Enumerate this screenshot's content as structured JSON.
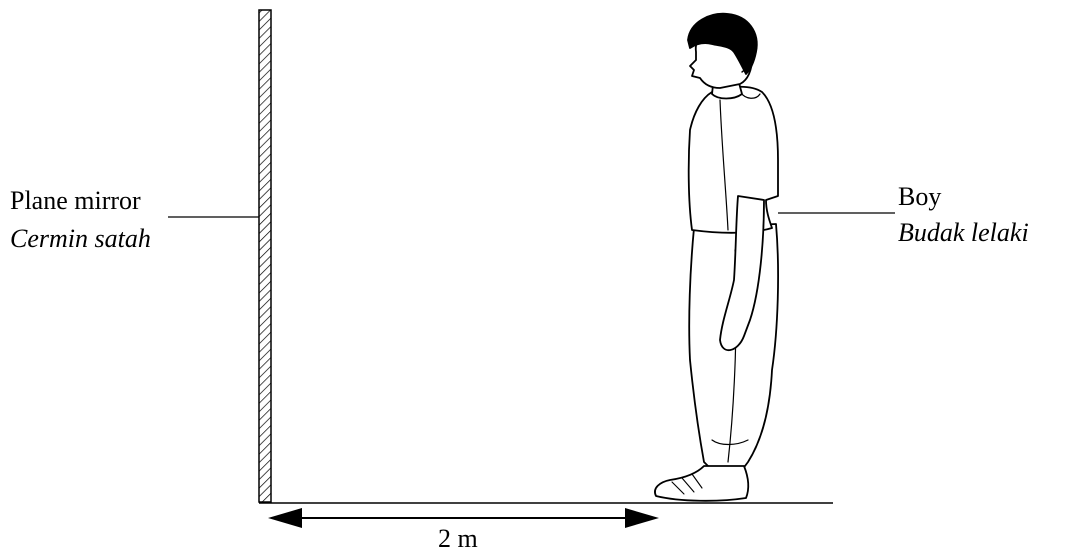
{
  "mirror_label": {
    "en": "Plane mirror",
    "ms": "Cermin satah"
  },
  "boy_label": {
    "en": "Boy",
    "ms": "Budak lelaki"
  },
  "distance_label": "2 m",
  "colors": {
    "ink": "#000000",
    "paper": "#ffffff"
  }
}
